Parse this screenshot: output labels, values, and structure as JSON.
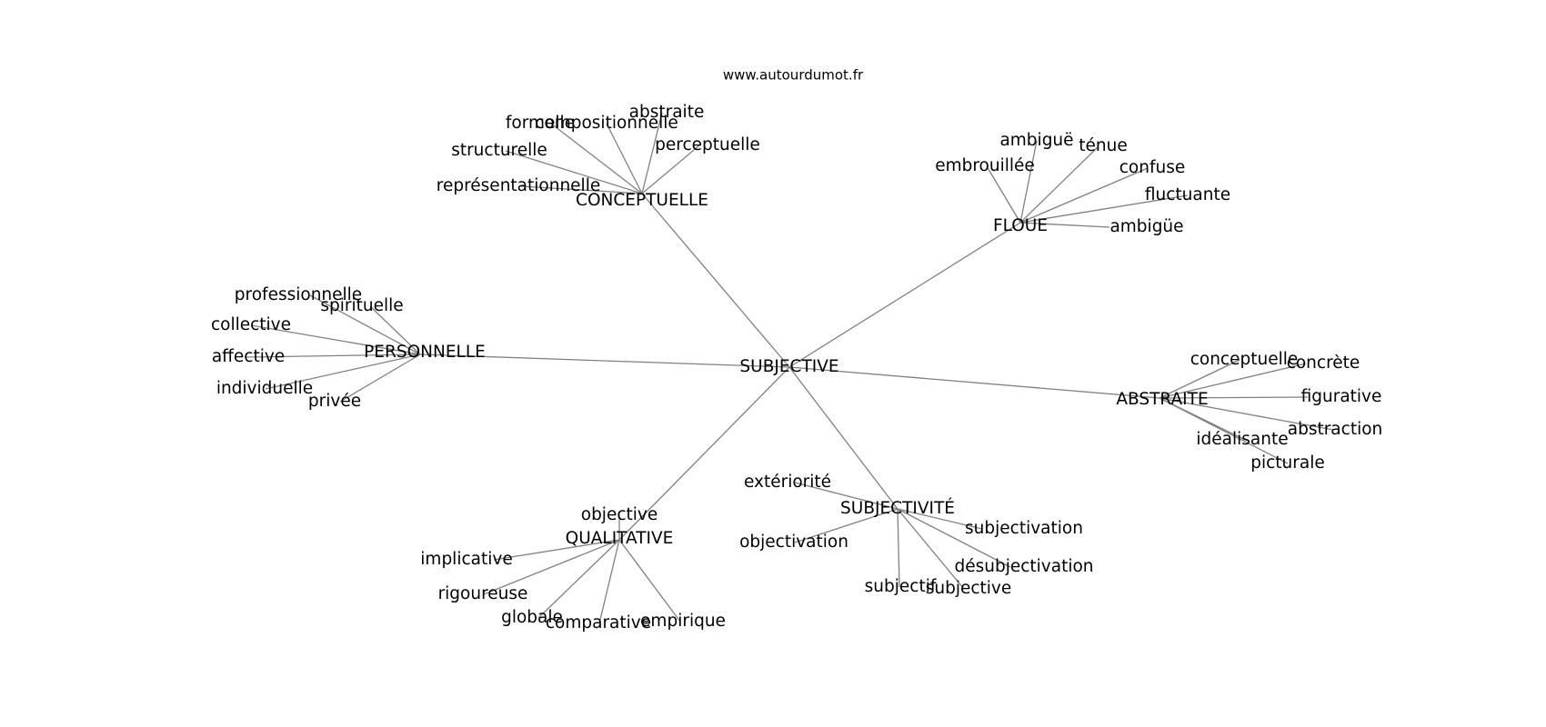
{
  "site": "www.autourdumot.fr",
  "root": "SUBJECTIVE",
  "clusters": {
    "conceptuelle": {
      "label": "CONCEPTUELLE",
      "leaves": [
        "formelle",
        "compositionnelle",
        "abstraite",
        "perceptuelle",
        "structurelle",
        "représentationnelle"
      ]
    },
    "floue": {
      "label": "FLOUE",
      "leaves": [
        "ambiguë",
        "ténue",
        "embrouillée",
        "confuse",
        "fluctuante",
        "ambigüe"
      ]
    },
    "personnelle": {
      "label": "PERSONNELLE",
      "leaves": [
        "professionnelle",
        "spirituelle",
        "collective",
        "affective",
        "individuelle",
        "privée"
      ]
    },
    "abstraite": {
      "label": "ABSTRAITE",
      "leaves": [
        "conceptuelle",
        "concrète",
        "figurative",
        "abstraction",
        "idéalisante",
        "picturale"
      ]
    },
    "qualitative": {
      "label": "QUALITATIVE",
      "leaves": [
        "objective",
        "implicative",
        "rigoureuse",
        "globale",
        "comparative",
        "empirique"
      ]
    },
    "subjectivite": {
      "label": "SUBJECTIVITÉ",
      "leaves": [
        "extériorité",
        "subjectivation",
        "objectivation",
        "désubjectivation",
        "subjectif",
        "subjective"
      ]
    }
  }
}
